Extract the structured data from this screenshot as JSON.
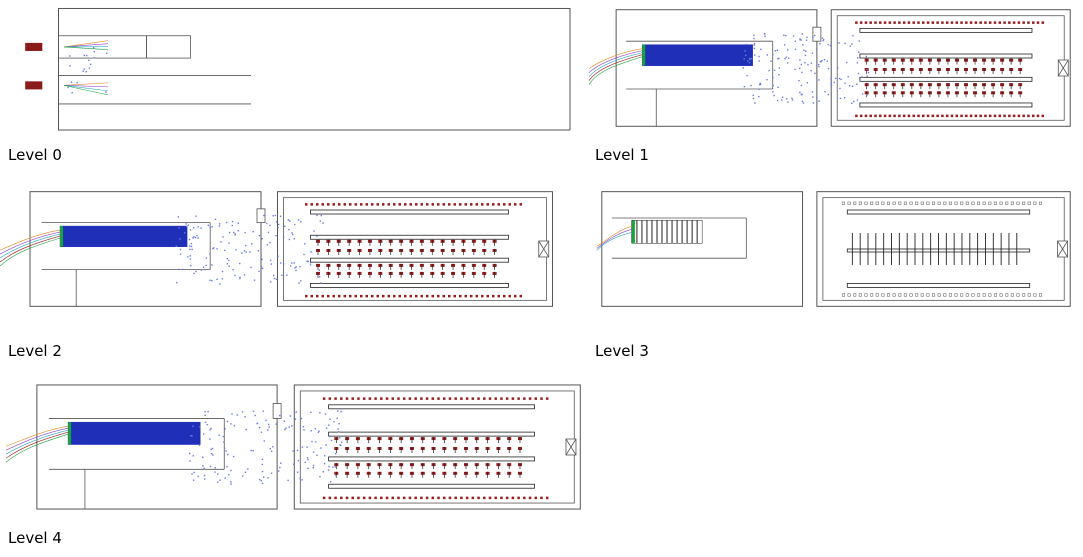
{
  "figure": {
    "levels": [
      {
        "label": "Level 0",
        "plan": "entry",
        "floor": 0
      },
      {
        "label": "Level 1",
        "plan": "full",
        "floor": 1
      },
      {
        "label": "Level 2",
        "plan": "full",
        "floor": 2
      },
      {
        "label": "Level 3",
        "plan": "empty",
        "floor": 3
      },
      {
        "label": "Level 4",
        "plan": "full",
        "floor": 4
      }
    ],
    "colors": {
      "wall": "#555555",
      "shelf": "#222222",
      "agent_blue": "#1f2fb8",
      "agent_red": "#9b1c1c",
      "agent_green": "#1aa33a",
      "trail_orange": "#e08a1e",
      "trail_violet": "#8e44c9",
      "trail_cyan": "#2aa8c4",
      "dot": "#6a7be0",
      "car": "#8b1a1a"
    }
  }
}
